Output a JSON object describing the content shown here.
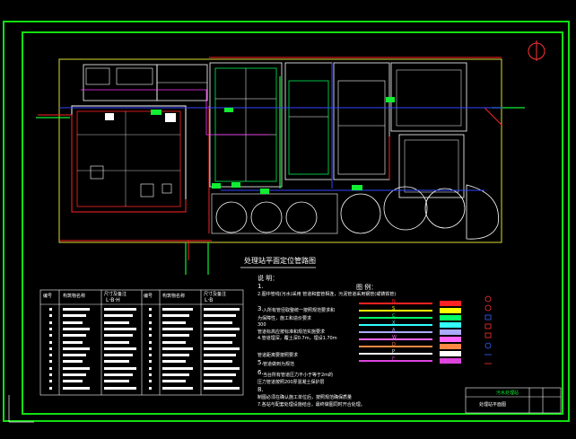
{
  "drawing": {
    "title": "处理站平面定位管路图",
    "notes_title": "说 明：",
    "legend_title": "图 例：",
    "notes": [
      "1.",
      "2.图中管线(污水)采用 管道和套管相连，污泥管道采用钢管(或铸铁管)",
      "3.",
      "4.管道埋深，覆土深0.7m，埋设1.70m",
      "5.",
      "6.",
      "7.各站与配套处理设施结合，最终做图同时开合处理。",
      "8."
    ],
    "note_extra": [
      "入所有管径取整统一按照规范要求和",
      "为保障性，施工和造价要求",
      "300",
      "管道标高应按标准和规范实施要求",
      "管道距离要按照要求",
      "管道做到为规范",
      "当台所有管道压力不小于等于2m的",
      "压力管道按照200厚混凝土保护层",
      "制图必须在确认施工单位后，按照规范确保质量"
    ]
  },
  "table": {
    "headers": [
      "编号",
      "构筑物名称",
      "尺寸及备注",
      "L·B·H",
      "L·B"
    ],
    "rows": 13
  },
  "legend": {
    "items": [
      {
        "name": "N",
        "color": "#ff2222"
      },
      {
        "name": "S",
        "color": "#ffff00"
      },
      {
        "name": "C",
        "color": "#00ff66"
      },
      {
        "name": "X",
        "color": "#33ffff"
      },
      {
        "name": "A",
        "color": "#aaaaff"
      },
      {
        "name": "W",
        "color": "#ff66ff"
      },
      {
        "name": "D",
        "color": "#ff8844"
      },
      {
        "name": "P",
        "color": "#ffffff"
      },
      {
        "name": "F",
        "color": "#dd44dd"
      }
    ]
  },
  "title_block": {
    "company": "污水处理站",
    "drawing_name": "处理站平面图"
  }
}
